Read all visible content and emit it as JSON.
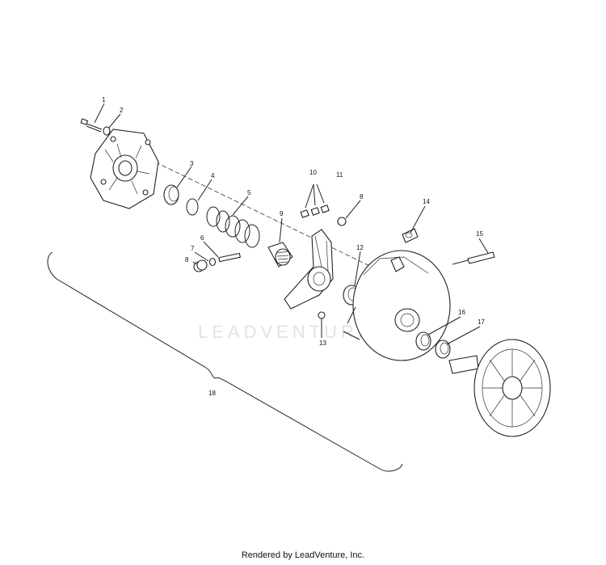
{
  "diagram": {
    "callouts": [
      "1",
      "2",
      "3",
      "4",
      "5",
      "6",
      "7",
      "8",
      "8",
      "9",
      "10",
      "11",
      "12",
      "13",
      "14",
      "15",
      "16",
      "17",
      "18"
    ],
    "watermark": "LEADVENTURE",
    "footer": "Rendered by LeadVenture, Inc."
  }
}
